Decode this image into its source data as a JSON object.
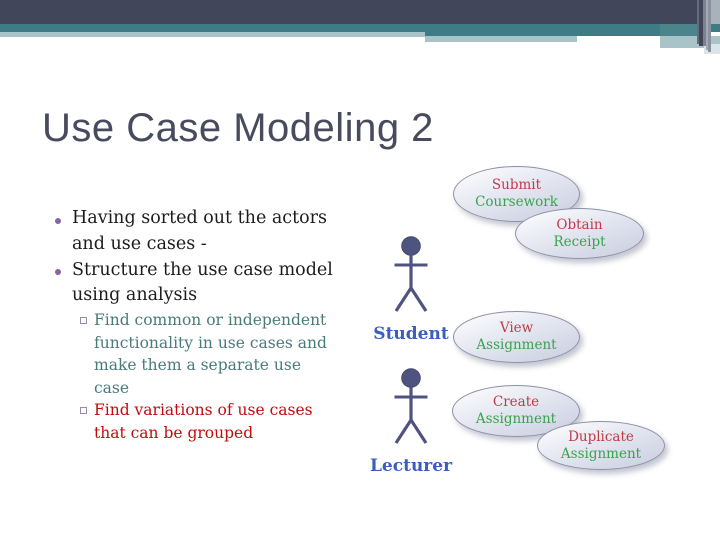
{
  "colors": {
    "banner_dark": "#42465a",
    "banner_teal": "#3e7b84",
    "banner_teal_light": "#4c848c",
    "banner_light": "#a9c4c8",
    "banner_pale": "#d9e6e7",
    "title": "#474b5e",
    "body_text": "#1c1c1c",
    "bullet_dot": "#8a64a0",
    "sub_square": "#9b8ab0",
    "sub_teal": "#4a7b7b",
    "sub_red": "#c00c0c",
    "uc_red": "#c03a48",
    "uc_green": "#3aa24e",
    "actor_blue": "#3a5dc0",
    "actor_figure": "#4e5380",
    "ellipse_border": "#8d90a6"
  },
  "slide": {
    "title": "Use Case Modeling 2",
    "bullets": [
      {
        "lines": [
          "Having sorted out the actors",
          "and use cases -"
        ]
      },
      {
        "lines": [
          "Structure the use case model",
          "using analysis"
        ]
      }
    ],
    "sub_bullets": [
      {
        "lines": [
          "Find common or independent",
          "functionality in use cases and",
          "make them a separate use",
          "case"
        ],
        "color_role": "teal"
      },
      {
        "lines": [
          "Find variations of use cases",
          "that can be grouped"
        ],
        "color_role": "red"
      }
    ]
  },
  "diagram": {
    "actors": [
      {
        "name": "Student"
      },
      {
        "name": "Lecturer"
      }
    ],
    "use_cases": [
      {
        "line1": "Submit",
        "line2": "Coursework"
      },
      {
        "line1": "Obtain",
        "line2": "Receipt"
      },
      {
        "line1": "View",
        "line2": "Assignment"
      },
      {
        "line1": "Create",
        "line2": "Assignment"
      },
      {
        "line1": "Duplicate",
        "line2": "Assignment"
      }
    ]
  }
}
